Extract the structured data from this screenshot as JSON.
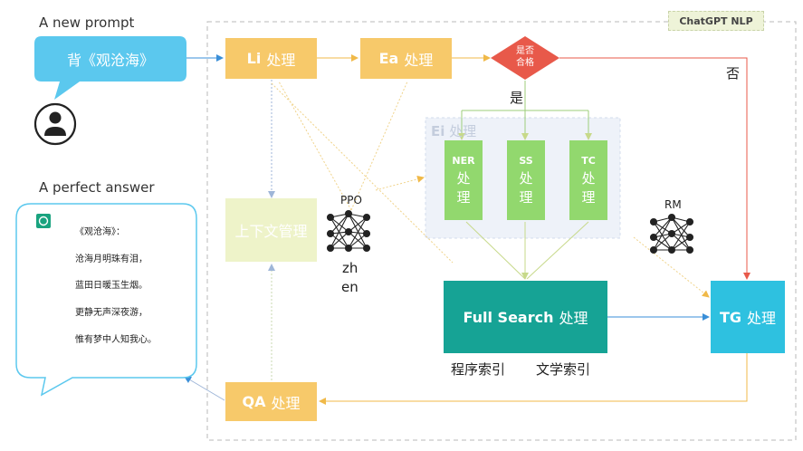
{
  "prompt": {
    "heading": "A new prompt",
    "bubble_text": "背《观沧海》"
  },
  "answer": {
    "heading": "A perfect answer",
    "lines": [
      "《观沧海》：",
      "沧海月明珠有泪，",
      "蓝田日暖玉生烟。",
      "更静无声深夜游，",
      "惟有梦中人知我心。"
    ]
  },
  "diagram": {
    "badge": "ChatGPT NLP",
    "li": {
      "strong": "Li",
      "text": "处理"
    },
    "ea": {
      "strong": "Ea",
      "text": "处理"
    },
    "decision": {
      "line1": "是否",
      "line2": "合格"
    },
    "no_label": "否",
    "yes_label": "是",
    "ei": {
      "strong": "Ei",
      "text": "处理"
    },
    "ner": {
      "strong": "NER",
      "line1": "处",
      "line2": "理"
    },
    "ss": {
      "strong": "SS",
      "line1": "处",
      "line2": "理"
    },
    "tc": {
      "strong": "TC",
      "line1": "处",
      "line2": "理"
    },
    "context": "上下文管理",
    "ppo": "PPO",
    "zh": "zh",
    "en": "en",
    "rm": "RM",
    "full_search": {
      "strong": "Full Search",
      "text": "处理"
    },
    "index1": "程序索引",
    "index2": "文学索引",
    "tg": {
      "strong": "TG",
      "text": "处理"
    },
    "qa": {
      "strong": "QA",
      "text": "处理"
    }
  },
  "colors": {
    "yellow": "#f7c96a",
    "pale": "#eef3c9",
    "green": "#92d86e",
    "teal": "#16a395",
    "cyan": "#2ec1e0",
    "red": "#e8594a",
    "bubble": "#5bc8ee"
  }
}
